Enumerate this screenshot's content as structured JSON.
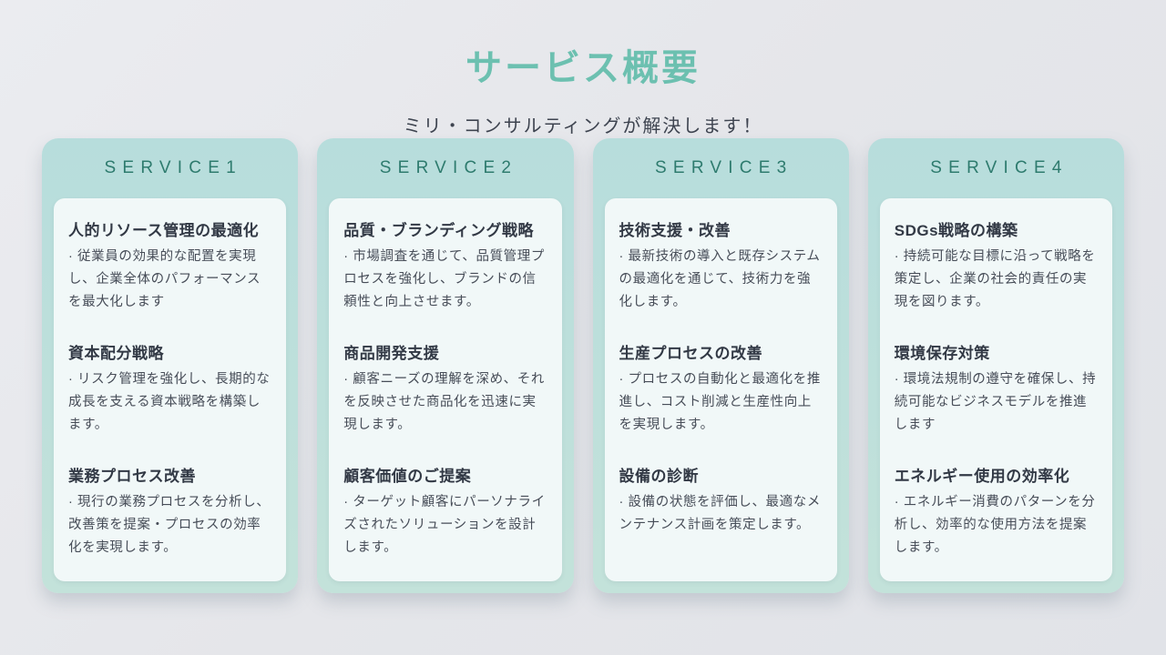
{
  "page": {
    "title": "サービス概要",
    "subtitle": "ミリ・コンサルティングが解決します！"
  },
  "colors": {
    "title_accent": "#6cc0b0",
    "card_background": "#bfe0da",
    "card_header_text": "#2e7b6e",
    "inner_card_background": "#f1f8f8",
    "body_text": "#474d58",
    "page_background": "#e5e6ea"
  },
  "cards": [
    {
      "header": "SERVICE1",
      "sections": [
        {
          "title": "人的リソース管理の最適化",
          "body": "· 従業員の効果的な配置を実現し、企業全体のパフォーマンスを最大化します"
        },
        {
          "title": "資本配分戦略",
          "body": "· リスク管理を強化し、長期的な成長を支える資本戦略を構築します。"
        },
        {
          "title": "業務プロセス改善",
          "body": "· 現行の業務プロセスを分析し、改善策を提案・プロセスの効率化を実現します。"
        }
      ]
    },
    {
      "header": "SERVICE2",
      "sections": [
        {
          "title": "品質・ブランディング戦略",
          "body": "· 市場調査を通じて、品質管理プロセスを強化し、ブランドの信頼性と向上させます。"
        },
        {
          "title": "商品開発支援",
          "body": "· 顧客ニーズの理解を深め、それを反映させた商品化を迅速に実現します。"
        },
        {
          "title": "顧客価値のご提案",
          "body": "· ターゲット顧客にパーソナライズされたソリューションを設計します。"
        }
      ]
    },
    {
      "header": "SERVICE3",
      "sections": [
        {
          "title": "技術支援・改善",
          "body": "· 最新技術の導入と既存システムの最適化を通じて、技術力を強化します。"
        },
        {
          "title": "生産プロセスの改善",
          "body": "· プロセスの自動化と最適化を推進し、コスト削減と生産性向上を実現します。"
        },
        {
          "title": "設備の診断",
          "body": "· 設備の状態を評価し、最適なメンテナンス計画を策定します。"
        }
      ]
    },
    {
      "header": "SERVICE4",
      "sections": [
        {
          "title": "SDGs戦略の構築",
          "body": "· 持続可能な目標に沿って戦略を策定し、企業の社会的責任の実現を図ります。"
        },
        {
          "title": "環境保存対策",
          "body": "· 環境法規制の遵守を確保し、持続可能なビジネスモデルを推進します"
        },
        {
          "title": "エネルギー使用の効率化",
          "body": "· エネルギー消費のパターンを分析し、効率的な使用方法を提案します。"
        }
      ]
    }
  ]
}
